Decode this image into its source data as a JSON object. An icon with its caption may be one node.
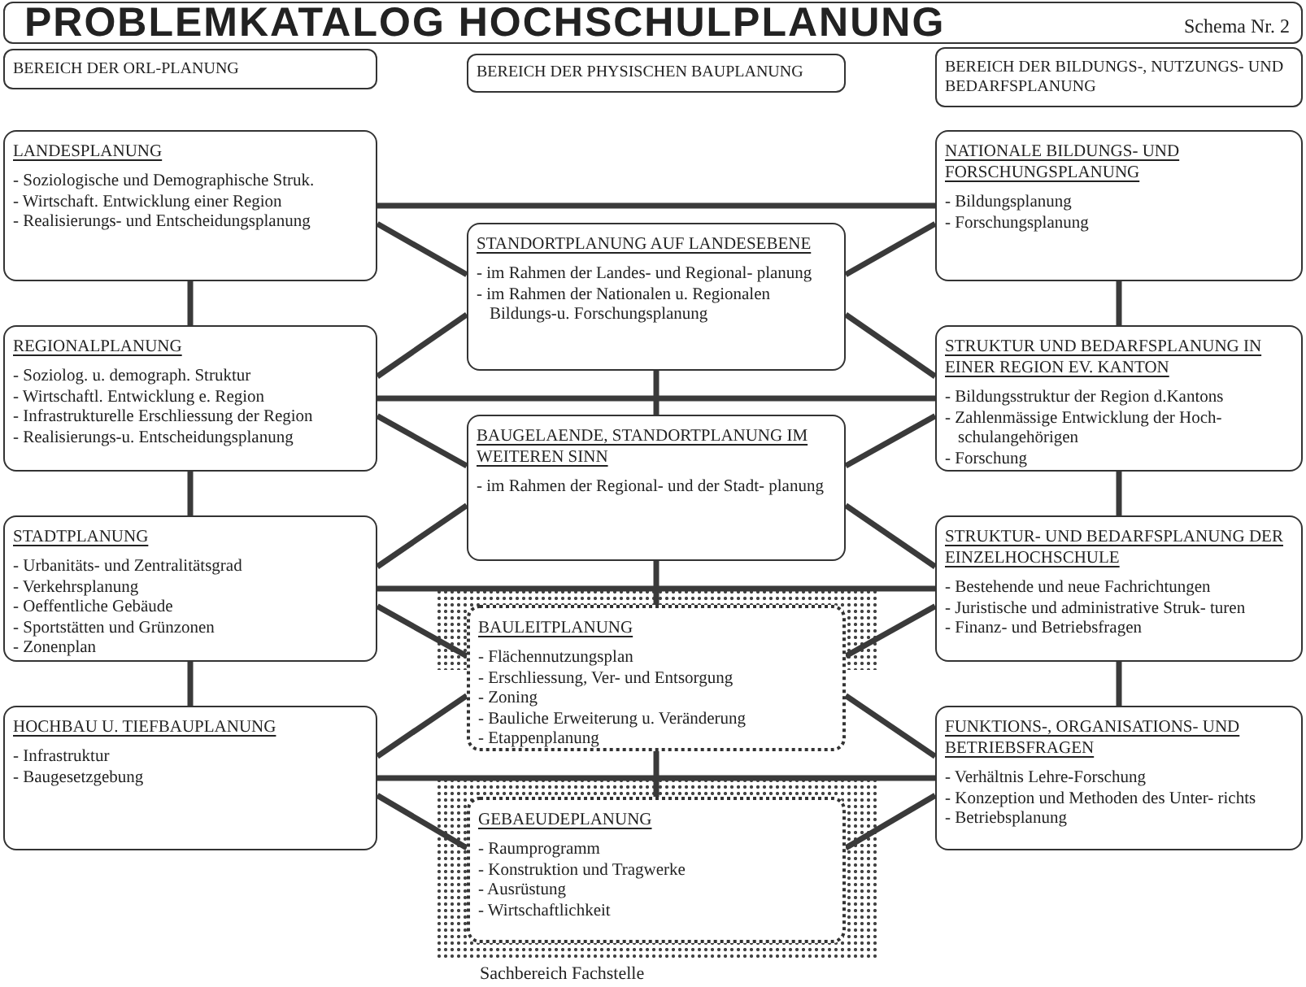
{
  "diagram": {
    "title": "PROBLEMKATALOG HOCHSCHULPLANUNG",
    "nodes": [
      {
        "text": [
          "BEREICH DER ORL-PLANUNG"
        ]
      },
      {
        "text": [
          "BEREICH DER PHYSISCHEN BAUPLANUNG"
        ]
      },
      {
        "text": [
          "BEREICH DER BILDUNGS-, NUTZUNGS- UND BEDARFSPLANUNG"
        ]
      },
      {
        "text": [
          "LANDESPLANUNG",
          "- Soziologische und Demographische Struk.",
          "- Wirtschaft. Entwicklung einer Region",
          "- Realisierungs- und Entscheidungsplanung"
        ]
      },
      {
        "text": [
          "NATIONALE BILDUNGS- UND FORSCHUNGSPLANUNG",
          "- Bildungsplanung",
          "- Forschungsplanung"
        ]
      },
      {
        "text": [
          "STANDORTPLANUNG AUF LANDESEBENE",
          "- im Rahmen der Landes- und Regional- planung",
          "- im Rahmen der Nationalen u. Regionalen Bildungs-u. Forschungsplanung"
        ]
      },
      {
        "text": [
          "REGIONALPLANUNG",
          "- Soziolog. u. demograph. Struktur",
          "- Wirtschaftl. Entwicklung e. Region",
          "- Infrastrukturelle Erschliessung der Region",
          "- Realisierungs-u. Entscheidungsplanung"
        ]
      },
      {
        "text": [
          "STRUKTUR UND BEDARFSPLANUNG IN EINER REGION EV. KANTON",
          "- Bildungsstruktur der Region d.Kantons",
          "- Zahlenmässige Entwicklung der Hoch- schulangehörigen",
          "- Forschung"
        ]
      },
      {
        "text": [
          "BAUGELAENDE, STANDORTPLANUNG IM WEITEREN SINN",
          "- im Rahmen der Regional- und der Stadt- planung"
        ]
      },
      {
        "text": [
          "STADTPLANUNG",
          "- Urbanitäts- und Zentralitätsgrad",
          "- Verkehrsplanung",
          "- Oeffentliche Gebäude",
          "- Sportstätten und Grünzonen",
          "- Zonenplan"
        ]
      },
      {
        "text": [
          "STRUKTUR- UND BEDARFSPLANUNG DER EINZELHOCHSCHULE",
          "- Bestehende und neue Fachrichtungen",
          "- Juristische und administrative Struk- turen",
          "- Finanz- und Betriebsfragen"
        ]
      },
      {
        "text": [
          "BAULEITPLANUNG",
          "- Flächennutzungsplan",
          "- Erschliessung, Ver- und Entsorgung",
          "- Zoning",
          "- Bauliche Erweiterung u. Veränderung",
          "- Etappenplanung"
        ]
      },
      {
        "text": [
          "HOCHBAU U. TIEFBAUPLANUNG",
          "- Infrastruktur",
          "- Baugesetzgebung"
        ]
      },
      {
        "text": [
          "FUNKTIONS-, ORGANISATIONS- UND BETRIEBSFRAGEN",
          "- Verhältnis Lehre-Forschung",
          "- Konzeption und Methoden des Unter- richts",
          "- Betriebsplanung"
        ]
      },
      {
        "text": [
          "GEBAEUDEPLANUNG",
          "- Raumprogramm",
          "- Konstruktion und Tragwerke",
          "- Ausrüstung",
          "- Wirtschaftlichkeit"
        ],
        "beside": [
          "Sachbereich Fachstelle"
        ]
      }
    ],
    "edges": [
      {
        "from": 3,
        "to": 6,
        "arrow": "none"
      },
      {
        "from": 6,
        "to": 9,
        "arrow": "none"
      },
      {
        "from": 9,
        "to": 12,
        "arrow": "none"
      },
      {
        "from": 5,
        "to": 8,
        "arrow": "none"
      },
      {
        "from": 8,
        "to": 11,
        "arrow": "none"
      },
      {
        "from": 11,
        "to": 14,
        "arrow": "none"
      },
      {
        "from": 4,
        "to": 7,
        "arrow": "none"
      },
      {
        "from": 7,
        "to": 10,
        "arrow": "none"
      },
      {
        "from": 10,
        "to": 13,
        "arrow": "none"
      },
      {
        "from": 3,
        "to": 4,
        "arrow": "none"
      },
      {
        "from": 6,
        "to": 7,
        "arrow": "none"
      },
      {
        "from": 9,
        "to": 10,
        "arrow": "none"
      },
      {
        "from": 12,
        "to": 13,
        "arrow": "none"
      },
      {
        "from": 3,
        "to": 5,
        "arrow": "none"
      },
      {
        "from": 6,
        "to": 5,
        "arrow": "none"
      },
      {
        "from": 6,
        "to": 8,
        "arrow": "none"
      },
      {
        "from": 9,
        "to": 8,
        "arrow": "none"
      },
      {
        "from": 9,
        "to": 11,
        "arrow": "none"
      },
      {
        "from": 12,
        "to": 11,
        "arrow": "none"
      },
      {
        "from": 12,
        "to": 14,
        "arrow": "none"
      },
      {
        "from": 5,
        "to": 4,
        "arrow": "none"
      },
      {
        "from": 5,
        "to": 7,
        "arrow": "none"
      },
      {
        "from": 8,
        "to": 7,
        "arrow": "none"
      },
      {
        "from": 8,
        "to": 10,
        "arrow": "none"
      },
      {
        "from": 11,
        "to": 10,
        "arrow": "none"
      },
      {
        "from": 11,
        "to": 13,
        "arrow": "none"
      },
      {
        "from": 14,
        "to": 13,
        "arrow": "none"
      }
    ],
    "labels": [
      "Schema Nr. 2"
    ]
  }
}
